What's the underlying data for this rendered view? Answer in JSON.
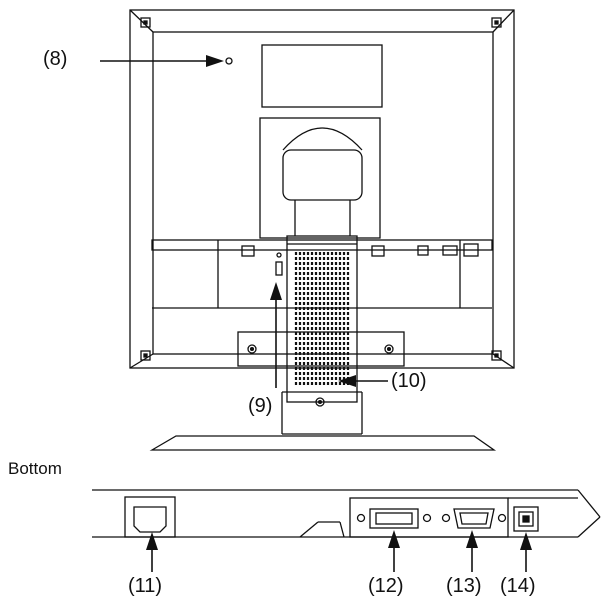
{
  "diagram": {
    "section_label": "Bottom",
    "callouts": {
      "c8": "(8)",
      "c9": "(9)",
      "c10": "(10)",
      "c11": "(11)",
      "c12": "(12)",
      "c13": "(13)",
      "c14": "(14)"
    }
  }
}
